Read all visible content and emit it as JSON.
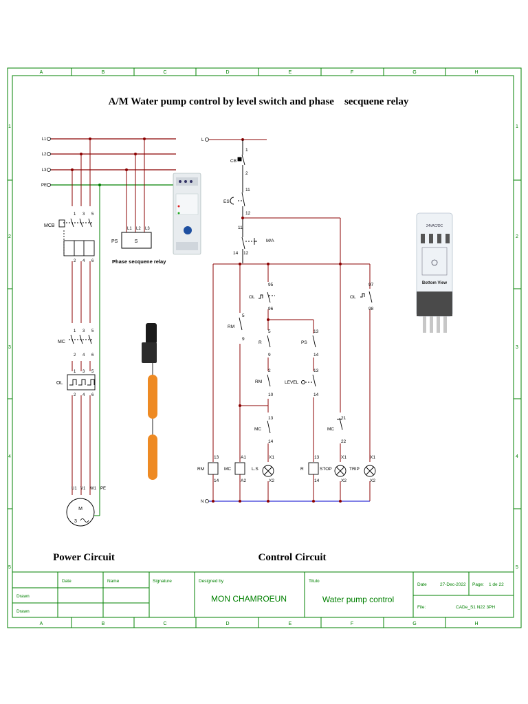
{
  "title": "A/M Water pump control by level switch and phase    secquene relay",
  "columns": [
    "A",
    "B",
    "C",
    "D",
    "E",
    "F",
    "G",
    "H"
  ],
  "rows": [
    "1",
    "2",
    "3",
    "4",
    "5"
  ],
  "sections": {
    "power": "Power Circuit",
    "control": "Control Circuit"
  },
  "colors": {
    "frame": "#008000",
    "phase": "#8b0000",
    "earth": "#008000",
    "neutral": "#0000cc",
    "wire": "#000000"
  },
  "power": {
    "bus": [
      "L1",
      "L2",
      "L3",
      "PE"
    ],
    "mcb": {
      "label": "MCB",
      "top": [
        "1",
        "3",
        "5"
      ],
      "bottom": [
        "2",
        "4",
        "6"
      ]
    },
    "mc": {
      "label": "MC",
      "top": [
        "1",
        "3",
        "5"
      ],
      "bottom": [
        "2",
        "4",
        "6"
      ]
    },
    "ol": {
      "label": "OL",
      "top": [
        "1",
        "3",
        "5"
      ],
      "bottom": [
        "2",
        "4",
        "6"
      ]
    },
    "motor": {
      "terminals": [
        "U1",
        "V1",
        "W1",
        "PE"
      ],
      "label": "M",
      "phases": "3"
    },
    "ps": {
      "label": "PS",
      "inner": "S",
      "terminals": [
        "L1",
        "L2",
        "L3"
      ],
      "caption": "Phase secquene relay"
    }
  },
  "control": {
    "supply_l": "L",
    "supply_n": "N",
    "cb": {
      "label": "CB",
      "t1": "1",
      "t2": "2"
    },
    "es": {
      "label": "ES",
      "t1": "11",
      "t2": "12"
    },
    "sel": {
      "label": "M/A",
      "t1": "11",
      "t2": "12",
      "t3": "14"
    },
    "ol1": {
      "label": "OL",
      "t1": "95",
      "t2": "96"
    },
    "ol2": {
      "label": "OL",
      "t1": "97",
      "t2": "98"
    },
    "rm_c": {
      "label": "RM",
      "t1": "5",
      "t2": "9"
    },
    "r_c": {
      "label": "R",
      "t1": "5",
      "t2": "9"
    },
    "rm2_c": {
      "label": "RM",
      "t1": "2",
      "t2": "10"
    },
    "ps_c": {
      "label": "PS",
      "t1": "13",
      "t2": "14"
    },
    "level": {
      "label": "LEVEL",
      "t1": "13",
      "t2": "14"
    },
    "mc_c": {
      "label": "MC",
      "t1": "13",
      "t2": "14"
    },
    "mc_nc": {
      "label": "MC",
      "t1": "21",
      "t2": "22"
    },
    "coils": [
      {
        "label": "RM",
        "t1": "13",
        "t2": "14"
      },
      {
        "label": "MC",
        "t1": "A1",
        "t2": "A2"
      },
      {
        "label": "R",
        "t1": "13",
        "t2": "14"
      }
    ],
    "lamps": [
      {
        "label": "L.S",
        "t1": "X1",
        "t2": "X2"
      },
      {
        "label": "STOP",
        "t1": "X1",
        "t2": "X2"
      },
      {
        "label": "TRIP",
        "t1": "X1",
        "t2": "X2"
      }
    ]
  },
  "relay_photo": {
    "top_text": "24VAC/DC",
    "bottom_text": "Bottom View"
  },
  "title_block": {
    "h_date": "Date",
    "h_name": "Name",
    "h_signature": "Signature",
    "h_designed": "Designed by",
    "h_titulo": "Titulo",
    "row1": "Drawn",
    "row2": "Drawn",
    "designer": "MON CHAMROEUN",
    "drawing_title": "Water pump control",
    "date_label": "Date",
    "date_value": "27-Dec-2022",
    "page_label": "Page:",
    "page_value": "1 de 22",
    "file_label": "File:",
    "file_value": "CADe_S1 N22 3PH"
  }
}
